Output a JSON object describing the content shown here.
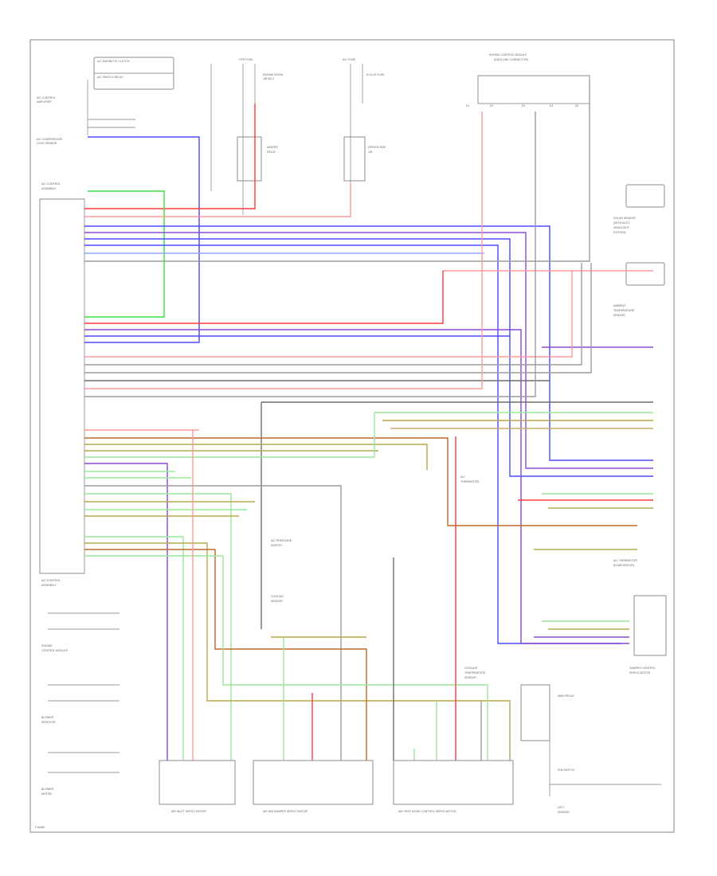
{
  "diagram": {
    "frame_label": "F18465",
    "components": [
      "A/C CONTROL ASSEMBLY",
      "MAIN RELAY",
      "BLOWER MOTOR",
      "ECU",
      "SENSOR",
      "DAMPER SERVO MOTOR",
      "AIR INLET SERVO MOTOR",
      "MODE DAMPER SERVO MOTOR",
      "COOLING SENSOR",
      "IGN SWITCH",
      "A/C CONTROL AMPLIFIER"
    ],
    "colors": {
      "red": "#ff3b3b",
      "pink": "#ff9a9a",
      "blue": "#4a4aff",
      "green": "#3be03b",
      "olive": "#b8a84a",
      "brown": "#c06a2a",
      "gray": "#9c9c9c"
    }
  }
}
